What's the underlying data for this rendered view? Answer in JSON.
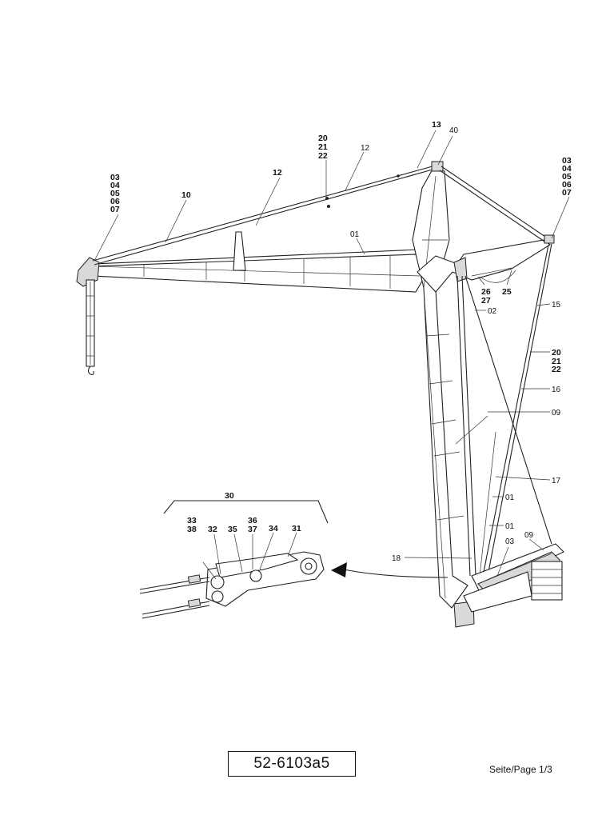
{
  "drawing_number": "52-6103a5",
  "page_indicator": "Seite/Page 1/3",
  "labels": {
    "l13": "13",
    "l40": "40",
    "l20a": "20",
    "l21a": "21",
    "l22a": "22",
    "l12a": "12",
    "l12b": "12",
    "l10": "10",
    "l03a": "03",
    "l04a": "04",
    "l05a": "05",
    "l06a": "06",
    "l07a": "07",
    "l03b": "03",
    "l04b": "04",
    "l05b": "05",
    "l06b": "06",
    "l07b": "07",
    "l01a": "01",
    "l26": "26",
    "l27": "27",
    "l25": "25",
    "l02": "02",
    "l15": "15",
    "l20b": "20",
    "l21b": "21",
    "l22b": "22",
    "l16": "16",
    "l09a": "09",
    "l17": "17",
    "l01b": "01",
    "l01c": "01",
    "l09b": "09",
    "l03c": "03",
    "l18": "18",
    "l30": "30",
    "l33": "33",
    "l38": "38",
    "l32": "32",
    "l35": "35",
    "l36": "36",
    "l37": "37",
    "l34": "34",
    "l31": "31"
  }
}
